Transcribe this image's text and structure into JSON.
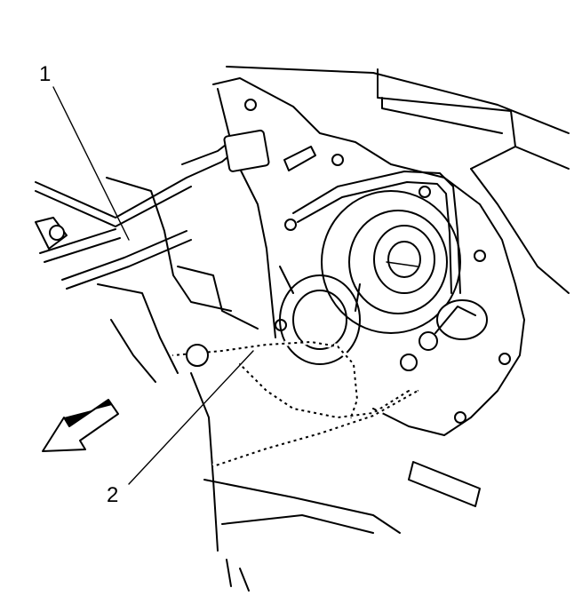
{
  "callouts": [
    {
      "id": "1",
      "label": "1"
    },
    {
      "id": "2",
      "label": "2"
    }
  ],
  "colors": {
    "stroke": "#000000",
    "background": "#ffffff"
  },
  "icons": {
    "direction": "front-direction-arrow-icon"
  }
}
